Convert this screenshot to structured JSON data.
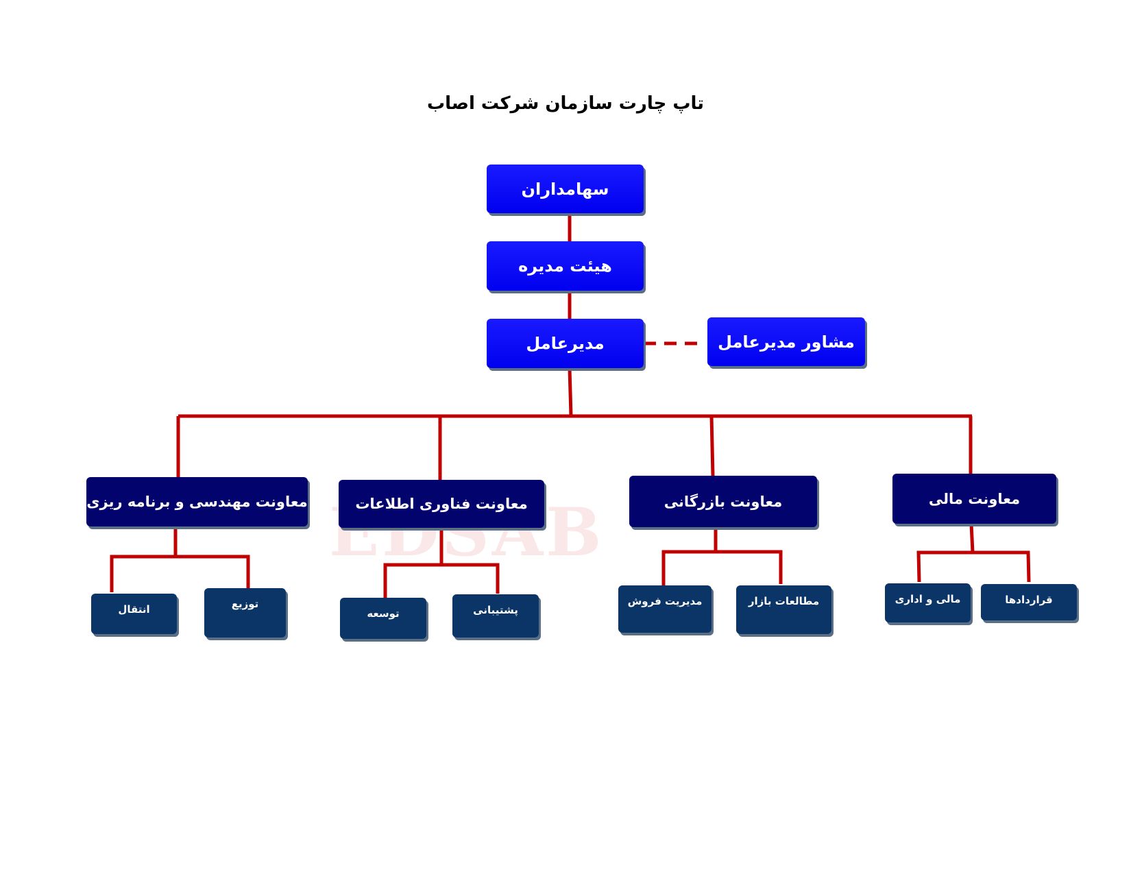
{
  "title": "تاپ چارت سازمان شرکت اصاب",
  "watermark": "EDSAB",
  "colors": {
    "top_box": "#0a0af5",
    "level2_box": "#03036e",
    "level3_box": "#0a3566",
    "connector": "#c00000"
  },
  "top": {
    "shareholders": "سهامداران",
    "board": "هیئت مدیره",
    "ceo": "مدیرعامل",
    "ceo_advisor": "مشاور مدیرعامل"
  },
  "deputies": [
    {
      "label": "معاونت مهندسی و برنامه ریزی",
      "units": [
        "انتقال",
        "توزیع"
      ]
    },
    {
      "label": "معاونت فناوری اطلاعات",
      "units": [
        "توسعه",
        "پشتیبانی"
      ]
    },
    {
      "label": "معاونت بازرگانی",
      "units": [
        "مدیریت فروش",
        "مطالعات بازار"
      ]
    },
    {
      "label": "معاونت مالی",
      "units": [
        "مالی و اداری",
        "قراردادها"
      ]
    }
  ]
}
